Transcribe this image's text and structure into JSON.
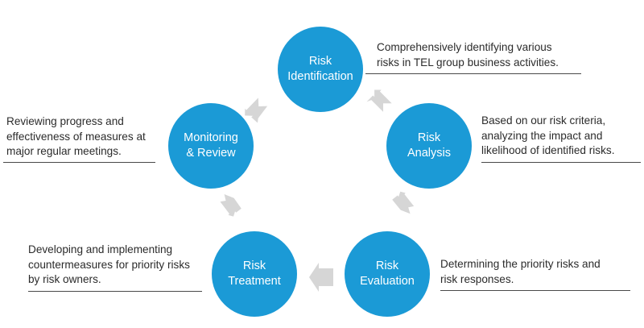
{
  "colors": {
    "circle": "#1b9ad6",
    "arrow": "#d6d6d6",
    "text": "#2b2b2b",
    "rule": "#4a4a4a"
  },
  "steps": [
    {
      "title_lines": [
        "Risk",
        "Identification"
      ],
      "desc_lines": [
        "Comprehensively identifying various",
        "risks in TEL group business activities."
      ]
    },
    {
      "title_lines": [
        "Risk",
        "Analysis"
      ],
      "desc_lines": [
        "Based on our risk criteria,",
        "analyzing the impact and",
        "likelihood of identified risks."
      ]
    },
    {
      "title_lines": [
        "Risk",
        "Evaluation"
      ],
      "desc_lines": [
        "Determining the priority risks and",
        "risk responses."
      ]
    },
    {
      "title_lines": [
        "Risk",
        "Treatment"
      ],
      "desc_lines": [
        "Developing and implementing",
        "countermeasures for priority risks",
        "by risk owners."
      ]
    },
    {
      "title_lines": [
        "Monitoring",
        "& Review"
      ],
      "desc_lines": [
        "Reviewing progress and",
        "effectiveness of measures at",
        "major regular meetings."
      ]
    }
  ]
}
